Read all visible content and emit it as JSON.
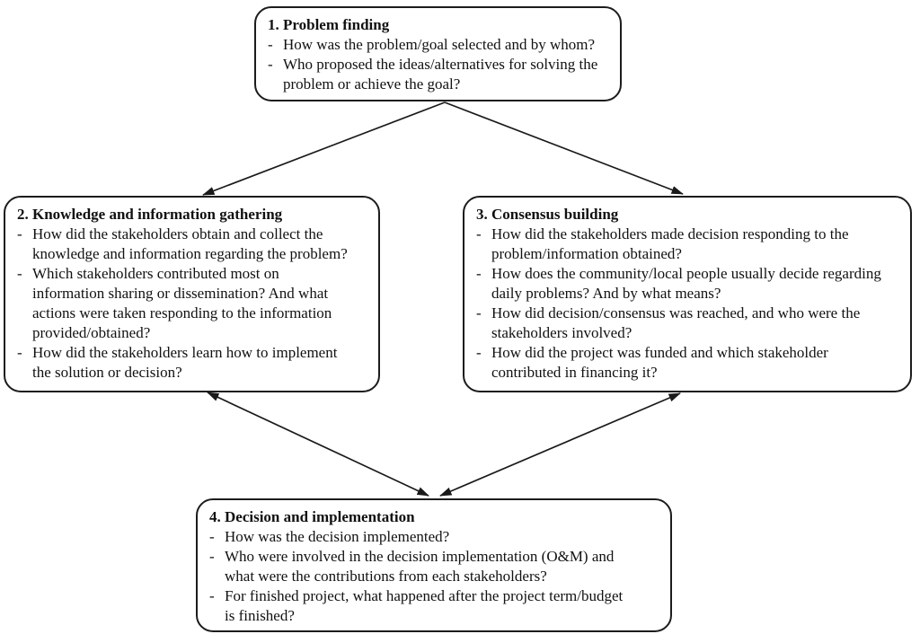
{
  "diagram": {
    "background_color": "#ffffff",
    "line_color": "#1a1a1a",
    "bullet_char": "-",
    "boxes": [
      {
        "id": "problem-finding",
        "title": "1. Problem finding",
        "items": [
          "How was the problem/goal selected and by whom?",
          "Who proposed the ideas/alternatives for solving the\nproblem or achieve the goal?"
        ]
      },
      {
        "id": "knowledge-and-information-gathering",
        "title": "2. Knowledge and information gathering",
        "items": [
          "How did the stakeholders obtain and collect the\nknowledge and information regarding the problem?",
          "Which stakeholders contributed most on\ninformation sharing or dissemination? And what\nactions were taken responding to the information\nprovided/obtained?",
          "How did the stakeholders learn how to implement\nthe solution or decision?"
        ]
      },
      {
        "id": "consensus-building",
        "title": "3. Consensus building",
        "items": [
          "How did the stakeholders made decision responding to the\nproblem/information obtained?",
          "How does the community/local people usually decide regarding\ndaily problems? And by what means?",
          "How did decision/consensus was reached, and who were the\nstakeholders involved?",
          "How did the project was funded and which stakeholder\ncontributed in financing it?"
        ]
      },
      {
        "id": "decision-and-implementation",
        "title": "4. Decision and implementation",
        "items": [
          "How was the decision implemented?",
          "Who were involved in the decision implementation (O&M) and\nwhat were the contributions from each stakeholders?",
          "For finished project, what happened after the project term/budget\nis finished?"
        ]
      }
    ],
    "connectors": [
      {
        "from": "problem-finding",
        "to": "knowledge-and-information-gathering",
        "bidirectional": false
      },
      {
        "from": "problem-finding",
        "to": "consensus-building",
        "bidirectional": false
      },
      {
        "from": "knowledge-and-information-gathering",
        "to": "decision-and-implementation",
        "bidirectional": true
      },
      {
        "from": "consensus-building",
        "to": "decision-and-implementation",
        "bidirectional": true
      }
    ]
  }
}
